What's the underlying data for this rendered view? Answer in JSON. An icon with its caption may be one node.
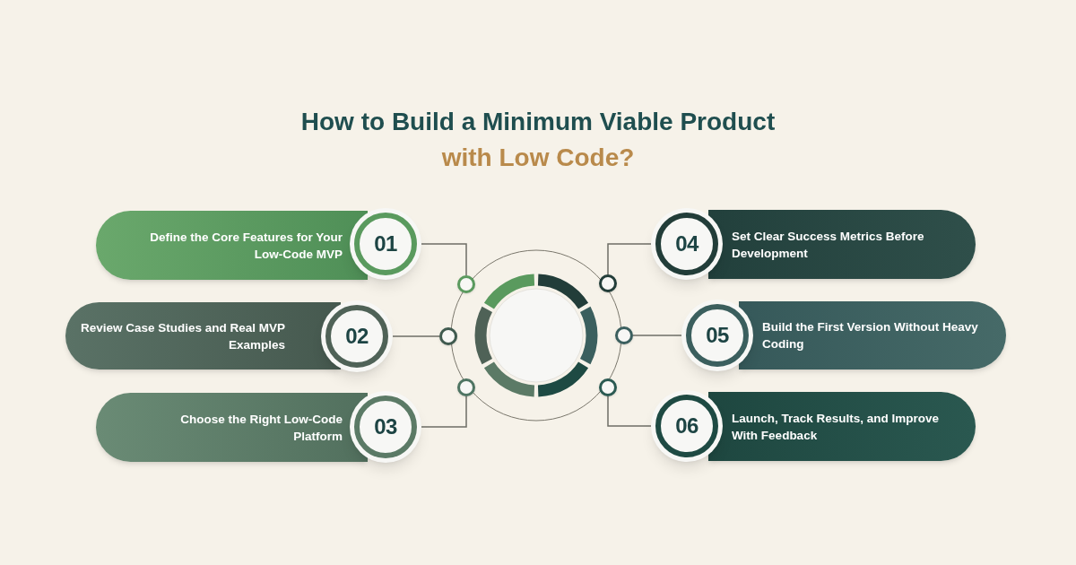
{
  "diagram": {
    "title": "How to Build a Minimum Viable Product",
    "nodes": [
      {
        "text": [
          "Define the Core Features for Your Low-Code MVP"
        ]
      },
      {
        "text": [
          "01"
        ]
      },
      {
        "text": [
          "Review Case Studies and Real MVP Examples"
        ]
      },
      {
        "text": [
          "02"
        ]
      },
      {
        "text": [
          "Choose the Right Low-Code Platform"
        ]
      },
      {
        "text": [
          "03"
        ]
      },
      {
        "text": [
          "Set Clear Success Metrics Before Development"
        ]
      },
      {
        "text": [
          "04"
        ]
      },
      {
        "text": [
          "Build the First Version Without Heavy Coding"
        ]
      },
      {
        "text": [
          "05"
        ]
      },
      {
        "text": [
          "Launch, Track Results, and Improve With Feedback"
        ]
      },
      {
        "text": [
          "06"
        ]
      },
      {
        "text": [],
        "shape": "circle"
      },
      {
        "text": [],
        "shape": "circle"
      },
      {
        "text": [],
        "shape": "circle"
      },
      {
        "text": [],
        "shape": "circle"
      },
      {
        "text": [],
        "shape": "circle"
      },
      {
        "text": [],
        "shape": "circle"
      }
    ],
    "edges": [
      {
        "from": 1,
        "to": 12,
        "arrow": "none"
      },
      {
        "from": 3,
        "to": 13,
        "arrow": "none"
      },
      {
        "from": 5,
        "to": 14,
        "arrow": "none"
      },
      {
        "from": 7,
        "to": 15,
        "arrow": "none"
      },
      {
        "from": 9,
        "to": 16,
        "arrow": "none"
      },
      {
        "from": 11,
        "to": 17,
        "arrow": "none"
      }
    ],
    "labels": [
      "with Low Code?"
    ]
  }
}
